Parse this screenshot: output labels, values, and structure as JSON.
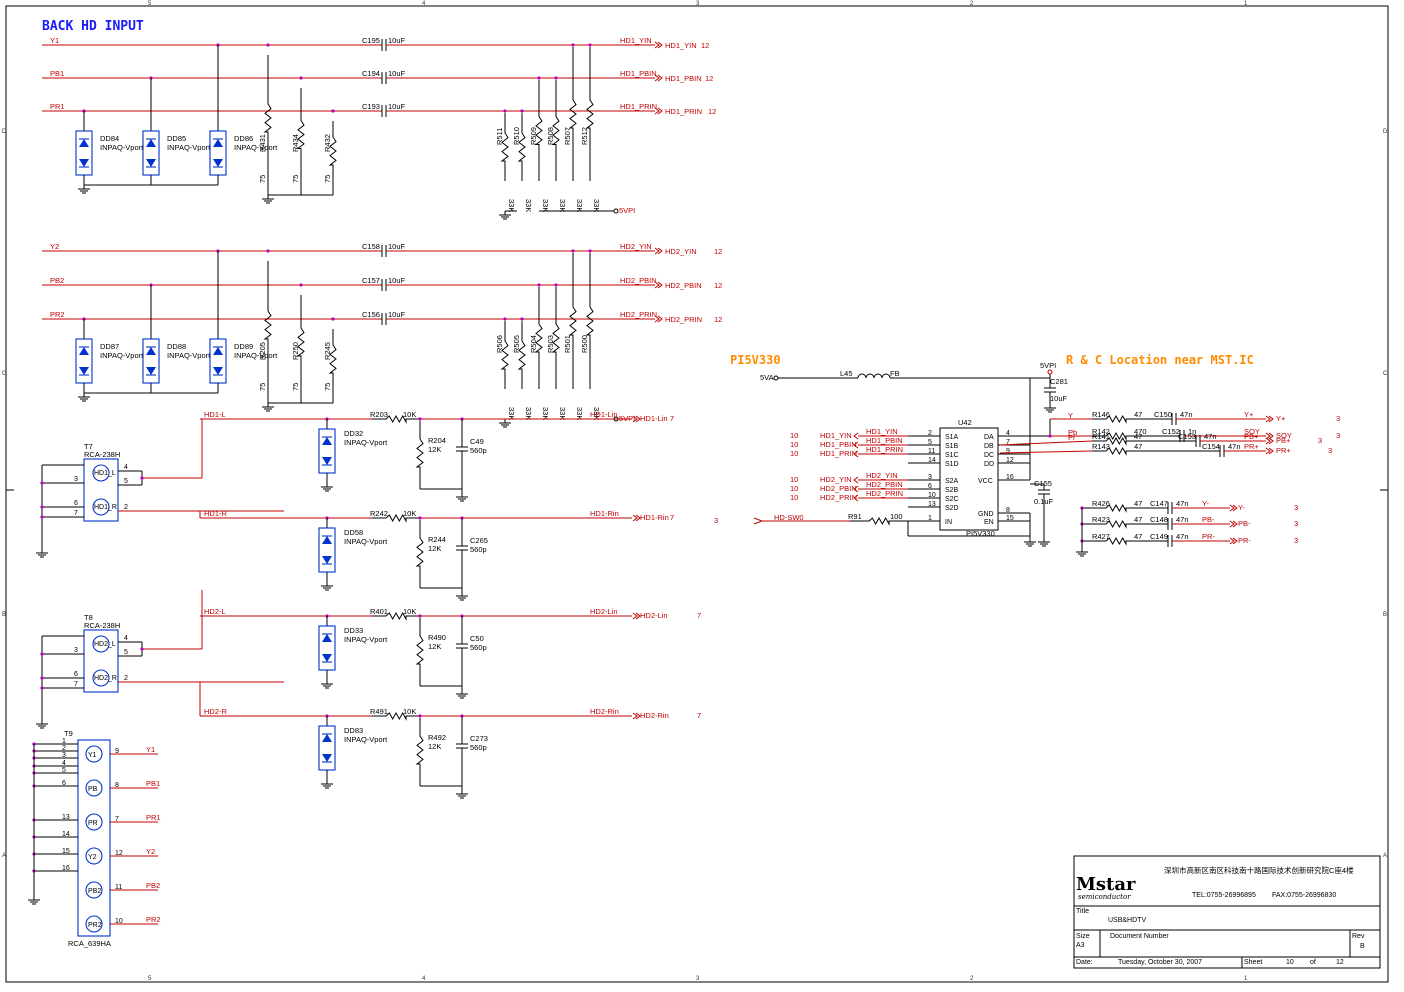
{
  "title": "BACK HD INPUT",
  "notes": {
    "pi5v330": "PI5V330",
    "rc_location": "R & C Location near MST.IC"
  },
  "frame": {
    "cols": [
      "5",
      "4",
      "3",
      "2",
      "1"
    ],
    "rows": [
      "D",
      "C",
      "B",
      "A"
    ]
  },
  "top_group": {
    "nets": [
      "Y1",
      "PB1",
      "PR1"
    ],
    "caps": [
      {
        "ref": "C195",
        "val": "10uF"
      },
      {
        "ref": "C194",
        "val": "10uF"
      },
      {
        "ref": "C193",
        "val": "10uF"
      }
    ],
    "outs": [
      {
        "net": "HD1_YIN",
        "port": "HD1_YIN",
        "page": "12"
      },
      {
        "net": "HD1_PBIN",
        "port": "HD1_PBIN",
        "page": "12"
      },
      {
        "net": "HD1_PRIN",
        "port": "HD1_PRIN",
        "page": "12"
      }
    ],
    "diodes": [
      {
        "ref": "DD84",
        "val": "INPAQ-Vport"
      },
      {
        "ref": "DD85",
        "val": "INPAQ-Vport"
      },
      {
        "ref": "DD86",
        "val": "INPAQ-Vport"
      }
    ],
    "term_res": [
      {
        "ref": "R431",
        "val": "75"
      },
      {
        "ref": "R434",
        "val": "75"
      },
      {
        "ref": "R432",
        "val": "75"
      }
    ],
    "bias_res": [
      {
        "ref": "R511",
        "val": "33K"
      },
      {
        "ref": "R510",
        "val": "33K"
      },
      {
        "ref": "R509",
        "val": "33K"
      },
      {
        "ref": "R508",
        "val": "33K"
      },
      {
        "ref": "R507",
        "val": "33K"
      },
      {
        "ref": "R512",
        "val": "33K"
      }
    ],
    "bias_net": "5VPI"
  },
  "mid_group": {
    "nets": [
      "Y2",
      "PB2",
      "PR2"
    ],
    "caps": [
      {
        "ref": "C158",
        "val": "10uF"
      },
      {
        "ref": "C157",
        "val": "10uF"
      },
      {
        "ref": "C156",
        "val": "10uF"
      }
    ],
    "outs": [
      {
        "net": "HD2_YIN",
        "port": "HD2_YIN",
        "page": "12"
      },
      {
        "net": "HD2_PBIN",
        "port": "HD2_PBIN",
        "page": "12"
      },
      {
        "net": "HD2_PRIN",
        "port": "HD2_PRIN",
        "page": "12"
      }
    ],
    "diodes": [
      {
        "ref": "DD87",
        "val": "INPAQ-Vport"
      },
      {
        "ref": "DD88",
        "val": "INPAQ-Vport"
      },
      {
        "ref": "DD89",
        "val": "INPAQ-Vport"
      }
    ],
    "term_res": [
      {
        "ref": "R205",
        "val": "75"
      },
      {
        "ref": "R250",
        "val": "75"
      },
      {
        "ref": "R245",
        "val": "75"
      }
    ],
    "bias_res": [
      {
        "ref": "R506",
        "val": "33K"
      },
      {
        "ref": "R505",
        "val": "33K"
      },
      {
        "ref": "R504",
        "val": "33K"
      },
      {
        "ref": "R503",
        "val": "33K"
      },
      {
        "ref": "R501",
        "val": "33K"
      },
      {
        "ref": "R500",
        "val": "33K"
      }
    ],
    "bias_net": "5VPI"
  },
  "audio": [
    {
      "net": "HD1-L",
      "res": "R203",
      "rval": "10K",
      "diode": "DD32",
      "dval": "INPAQ-Vport",
      "pd": "R204",
      "pdval": "12K",
      "cap": "C49",
      "cval": "560p",
      "out": "HD1-Lin",
      "page": "7"
    },
    {
      "net": "HD1-R",
      "res": "R242",
      "rval": "10K",
      "diode": "DD58",
      "dval": "INPAQ-Vport",
      "pd": "R244",
      "pdval": "12K",
      "cap": "C265",
      "cval": "560p",
      "out": "HD1-Rin",
      "page": "7"
    },
    {
      "net": "HD2-L",
      "res": "R401",
      "rval": "10K",
      "diode": "DD33",
      "dval": "INPAQ-Vport",
      "pd": "R490",
      "pdval": "12K",
      "cap": "C50",
      "cval": "560p",
      "out": "HD2-Lin",
      "page": "7"
    },
    {
      "net": "HD2-R",
      "res": "R491",
      "rval": "10K",
      "diode": "DD83",
      "dval": "INPAQ-Vport",
      "pd": "R492",
      "pdval": "12K",
      "cap": "C273",
      "cval": "560p",
      "out": "HD2-Rin",
      "page": "7"
    }
  ],
  "jacks": [
    {
      "ref": "T7",
      "val": "RCA-238H",
      "l": "HD1_L",
      "r": "HD1_R",
      "pins": [
        "4",
        "5",
        "3",
        "6",
        "2",
        "7"
      ]
    },
    {
      "ref": "T8",
      "val": "RCA-238H",
      "l": "HD2_L",
      "r": "HD2_R",
      "pins": [
        "4",
        "5",
        "3",
        "6",
        "2",
        "7"
      ]
    }
  ],
  "t9": {
    "ref": "T9",
    "val": "RCA_639HA",
    "left_pins": [
      "1",
      "2",
      "3",
      "4",
      "5",
      "6",
      "13",
      "14",
      "15",
      "16"
    ],
    "circles": [
      "Y1",
      "PB",
      "PR",
      "Y2",
      "PB2",
      "PR2"
    ],
    "right": [
      {
        "pin": "9",
        "net": "Y1"
      },
      {
        "pin": "8",
        "net": "PB1"
      },
      {
        "pin": "7",
        "net": "PR1"
      },
      {
        "pin": "12",
        "net": "Y2"
      },
      {
        "pin": "11",
        "net": "PB2"
      },
      {
        "pin": "10",
        "net": "PR2"
      }
    ]
  },
  "mux": {
    "ref": "U42",
    "val": "PI5V330",
    "left": [
      {
        "pin": "2",
        "name": "S1A",
        "net": "HD1_YIN",
        "pg": "10"
      },
      {
        "pin": "5",
        "name": "S1B",
        "net": "HD1_PBIN",
        "pg": "10"
      },
      {
        "pin": "11",
        "name": "S1C",
        "net": "HD1_PRIN",
        "pg": "10"
      },
      {
        "pin": "14",
        "name": "S1D",
        "net": "",
        "pg": ""
      },
      {
        "pin": "3",
        "name": "S2A",
        "net": "HD2_YIN",
        "pg": "10"
      },
      {
        "pin": "6",
        "name": "S2B",
        "net": "HD2_PBIN",
        "pg": "10"
      },
      {
        "pin": "10",
        "name": "S2C",
        "net": "HD2_PRIN",
        "pg": "10"
      },
      {
        "pin": "13",
        "name": "S2D",
        "net": "",
        "pg": ""
      },
      {
        "pin": "1",
        "name": "IN",
        "net": "HD-SW0",
        "pg": "3"
      }
    ],
    "right": [
      {
        "pin": "4",
        "name": "DA"
      },
      {
        "pin": "7",
        "name": "DB"
      },
      {
        "pin": "9",
        "name": "DC"
      },
      {
        "pin": "12",
        "name": "DD"
      },
      {
        "pin": "16",
        "name": "VCC"
      },
      {
        "pin": "8",
        "name": "GND"
      },
      {
        "pin": "15",
        "name": "EN"
      }
    ],
    "r91": {
      "ref": "R91",
      "val": "100"
    },
    "l45": {
      "ref": "L45",
      "val": "FB",
      "net": "5VA"
    },
    "vcc_net": "5VPI",
    "c281": {
      "ref": "C281",
      "val": "10uF"
    },
    "c155": {
      "ref": "C155",
      "val": "0.1uF"
    }
  },
  "outputs_pos": [
    {
      "net": "Y",
      "res": "R146",
      "rval": "47",
      "cap": "C150",
      "cval": "47n",
      "out": "Y+",
      "page": "3"
    },
    {
      "net": "Pb",
      "res": "R142",
      "rval": "470",
      "cap": "C152",
      "cval": "1n",
      "out": "SOY",
      "page": "3"
    },
    {
      "net": "Pr",
      "res": "R141",
      "rval": "47",
      "cap": "C153",
      "cval": "47n",
      "out": "PB+",
      "page": "3"
    },
    {
      "net": "",
      "res": "R143",
      "rval": "47",
      "cap": "C154",
      "cval": "47n",
      "out": "PR+",
      "page": "3"
    }
  ],
  "outputs_neg": [
    {
      "res": "R426",
      "rval": "47",
      "cap": "C147",
      "cval": "47n",
      "out": "Y-",
      "page": "3"
    },
    {
      "res": "R423",
      "rval": "47",
      "cap": "C148",
      "cval": "47n",
      "out": "PB-",
      "page": "3"
    },
    {
      "res": "R427",
      "rval": "47",
      "cap": "C149",
      "cval": "47n",
      "out": "PR-",
      "page": "3"
    }
  ],
  "title_block": {
    "logo": "Mstar",
    "logo_sub": "semiconductor",
    "address": "深圳市高新区南区科技南十路国际技术创新研究院C座4楼",
    "tel": "TEL:0755-26996895",
    "fax": "FAX:0755-26996830",
    "title_label": "Title",
    "title": "USB&HDTV",
    "size_label": "Size",
    "size": "A3",
    "doc_label": "Document Number",
    "doc": "",
    "rev_label": "Rev",
    "rev": "B",
    "date_label": "Date:",
    "date": "Tuesday, October 30, 2007",
    "sheet_label": "Sheet",
    "sheet": "10",
    "of_label": "of",
    "of": "12"
  }
}
